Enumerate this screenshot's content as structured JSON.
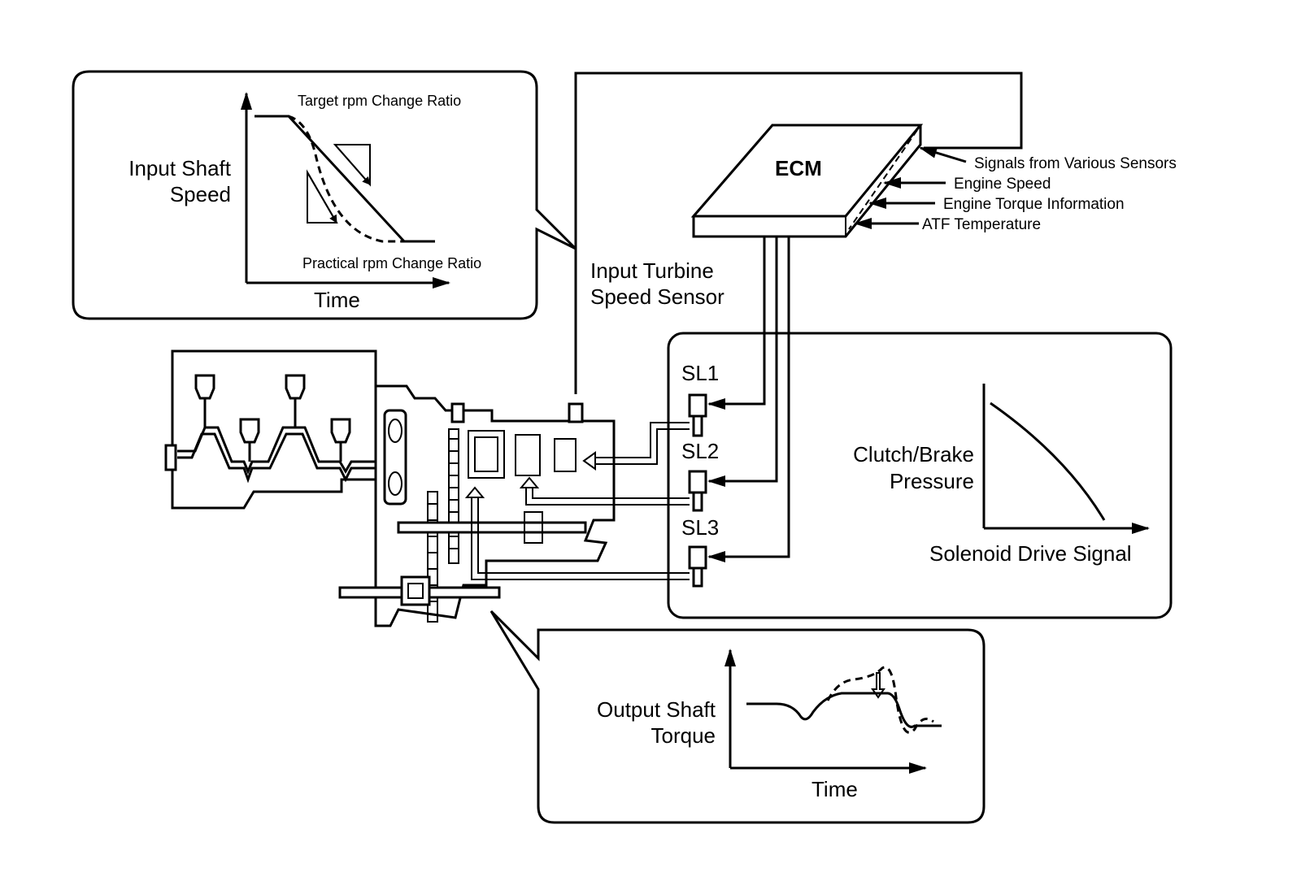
{
  "ecm": {
    "label": "ECM",
    "inputs": [
      "Signals from Various Sensors",
      "Engine Speed",
      "Engine Torque Information",
      "ATF Temperature"
    ]
  },
  "input_speed_panel": {
    "ylabel_line1": "Input Shaft",
    "ylabel_line2": "Speed",
    "xlabel": "Time",
    "target_label": "Target rpm Change Ratio",
    "practical_label": "Practical rpm Change Ratio"
  },
  "sensor": {
    "line1": "Input Turbine",
    "line2": "Speed Sensor"
  },
  "solenoids": [
    "SL1",
    "SL2",
    "SL3"
  ],
  "pressure_panel": {
    "ylabel_line1": "Clutch/Brake",
    "ylabel_line2": "Pressure",
    "xlabel": "Solenoid Drive Signal"
  },
  "torque_panel": {
    "ylabel_line1": "Output Shaft",
    "ylabel_line2": "Torque",
    "xlabel": "Time"
  }
}
